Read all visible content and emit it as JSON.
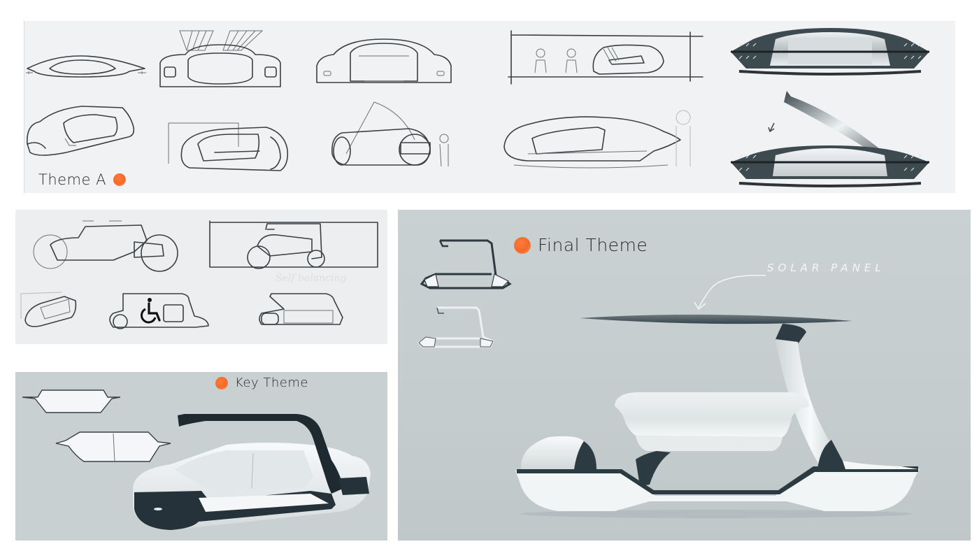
{
  "page": {
    "type": "design-board",
    "subject": "autonomous mobility pod concept sketches"
  },
  "panels": {
    "theme_a": {
      "label": "Theme A",
      "marker_color": "#f26a2a",
      "background": "#f1f2f3",
      "sketches": [
        "flat-front-view",
        "front-view-butterfly-doors",
        "front-view-open-cabin",
        "side-view-with-people",
        "rendered-front-view-dark",
        "perspective-open-cabin",
        "perspective-rounded-pod",
        "perspective-gullwing-door",
        "perspective-capsule-with-person",
        "rendered-front-view-canopy-open"
      ]
    },
    "sketches": {
      "background": "#eceeef",
      "note": "Self balancing",
      "icon": "wheelchair-icon",
      "sketches": [
        "side-view-pod-large-wheels",
        "framed-side-view-arch",
        "small-perspective-pod",
        "side-view-accessible-pod",
        "side-view-arch-pod"
      ]
    },
    "key_theme": {
      "label": "Key Theme",
      "marker_color": "#f26a2a",
      "background": "#c9d0d2",
      "sketches": [
        "seat-front-view",
        "seat-perspective-view",
        "rendered-arch-pod"
      ]
    },
    "final_theme": {
      "label": "Final Theme",
      "marker_color": "#f26a2a",
      "background": "#c8d0d2",
      "annotation": "SOLAR PANEL",
      "sketches": [
        "side-view-outline-dark",
        "side-view-outline-light",
        "rendered-final-pod"
      ]
    }
  }
}
